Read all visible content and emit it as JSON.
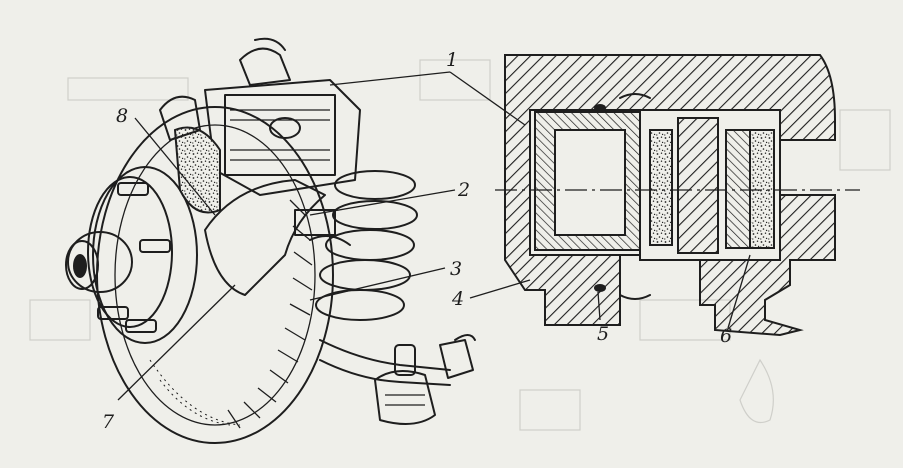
{
  "page": {
    "background": "#efefea",
    "ink_color": "#1e1e1e",
    "bleed_color": "#b9b9b4"
  },
  "labels": [
    "1",
    "2",
    "3",
    "4",
    "5",
    "6",
    "7",
    "8"
  ]
}
